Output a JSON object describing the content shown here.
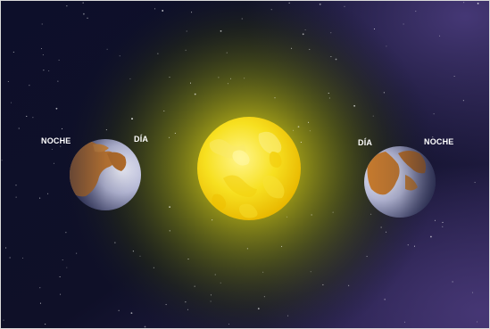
{
  "labels": {
    "left_night": "NOCHE",
    "left_day": "DÍA",
    "right_day": "DÍA",
    "right_night": "NOCHE"
  },
  "colors": {
    "space_dark": "#0b0d24",
    "space_purple": "#3a2f6a",
    "sun_core": "#fff27a",
    "sun_surface": "#f5d40e",
    "glow_inner": "#a7a316",
    "glow_outer": "#2d3313",
    "earth_ocean": "#c9cce8",
    "earth_land": "#c77b2e",
    "earth_shadow": "#3a3f63",
    "label_text": "#ffffff"
  }
}
